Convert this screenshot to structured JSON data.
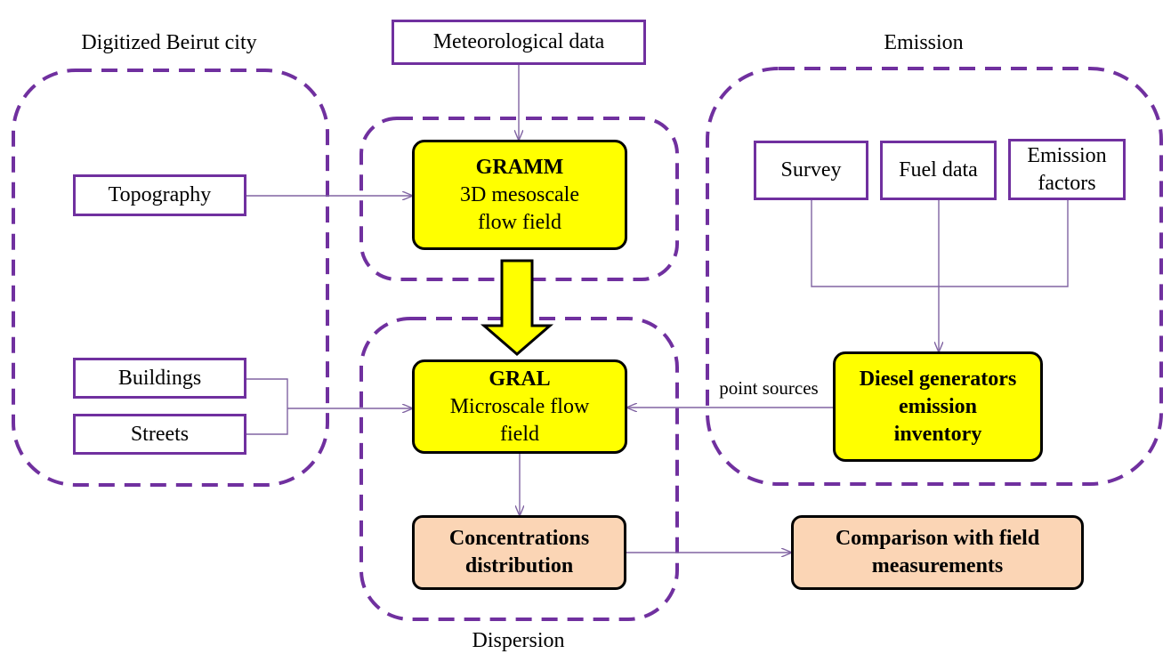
{
  "groups": {
    "city": "Digitized Beirut city",
    "emission": "Emission",
    "dispersion": "Dispersion"
  },
  "inputs": {
    "meteo": "Meteorological data",
    "topography": "Topography",
    "buildings": "Buildings",
    "streets": "Streets",
    "survey": "Survey",
    "fuel": "Fuel data",
    "emission_factors_1": "Emission",
    "emission_factors_2": "factors"
  },
  "models": {
    "gramm_title": "GRAMM",
    "gramm_1": "3D mesoscale",
    "gramm_2": "flow field",
    "gral_title": "GRAL",
    "gral_1": "Microscale flow",
    "gral_2": "field"
  },
  "inventory": {
    "line1": "Diesel generators",
    "line2": "emission",
    "line3": "inventory"
  },
  "outputs": {
    "conc_1": "Concentrations",
    "conc_2": "distribution",
    "comp_1": "Comparison with field",
    "comp_2": "measurements"
  },
  "edges": {
    "point_sources": "point sources"
  },
  "colors": {
    "group_border": "#70309f",
    "input_border": "#70309f",
    "model_fill": "#ffff00",
    "output_fill": "#fbd5b5",
    "arrow": "#8064a2"
  }
}
